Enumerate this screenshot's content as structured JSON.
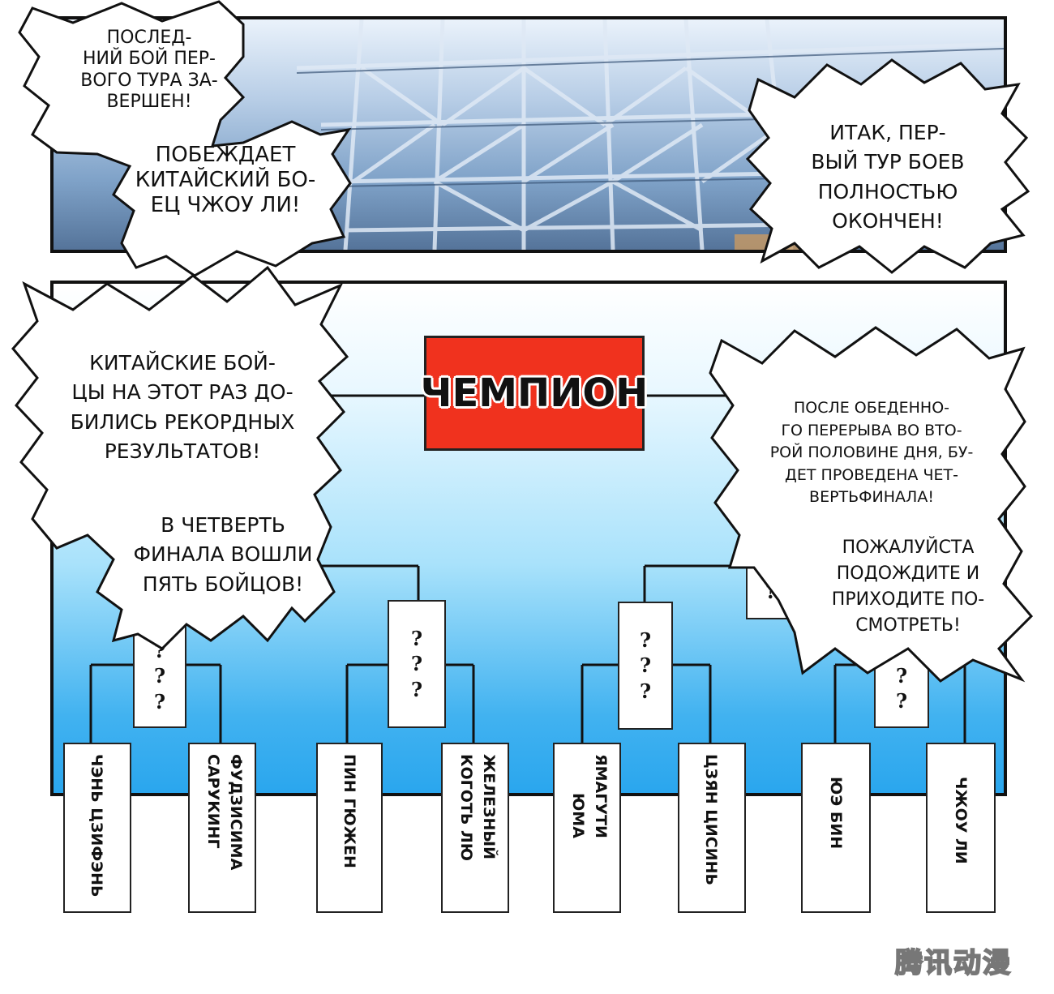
{
  "bubbles": {
    "top_left_a": [
      "ПОСЛЕД-",
      "НИЙ БОЙ ПЕР-",
      "ВОГО ТУРА ЗА-",
      "ВЕРШЕН!"
    ],
    "top_left_b": [
      "ПОБЕЖДАЕТ",
      "КИТАЙСКИЙ БО-",
      "ЕЦ ЧЖОУ ЛИ!"
    ],
    "top_right": [
      "ИТАК, ПЕР-",
      "ВЫЙ ТУР БОЕВ",
      "ПОЛНОСТЬЮ",
      "ОКОНЧЕН!"
    ],
    "mid_left_a": [
      "КИТАЙСКИЕ БОЙ-",
      "ЦЫ НА ЭТОТ РАЗ ДО-",
      "БИЛИСЬ РЕКОРДНЫХ",
      "РЕЗУЛЬТАТОВ!"
    ],
    "mid_left_b": [
      "В ЧЕТВЕРТЬ",
      "ФИНАЛА ВОШЛИ",
      "ПЯТЬ БОЙЦОВ!"
    ],
    "mid_right_a": [
      "ПОСЛЕ ОБЕДЕННО-",
      "ГО ПЕРЕРЫВА ВО ВТО-",
      "РОЙ ПОЛОВИНЕ ДНЯ, БУ-",
      "ДЕТ ПРОВЕДЕНА ЧЕТ-",
      "ВЕРТЬФИНАЛА!"
    ],
    "mid_right_b": [
      "ПОЖАЛУЙСТА",
      "ПОДОЖДИТЕ И",
      "ПРИХОДИТЕ ПО-",
      "СМОТРЕТЬ!"
    ]
  },
  "bracket": {
    "champion": "ЧЕМПИОН",
    "unknown_mark": "?",
    "fighters": [
      [
        "ЧЭНЬ ЦЗИФЭНЬ"
      ],
      [
        "ФУДЗИСИМА",
        "САРУКИНГ"
      ],
      [
        "ПИН ГЮЖЕН"
      ],
      [
        "ЖЕЛЕЗНЫЙ",
        "КОГОТЬ ЛЮ"
      ],
      [
        "ЯМАГУТИ",
        "ЮМА"
      ],
      [
        "ЦЗЯН ЦИСИНЬ"
      ],
      [
        "ЮЭ БИН"
      ],
      [
        "ЧЖОУ ЛИ"
      ]
    ]
  },
  "watermark": "腾讯动漫"
}
